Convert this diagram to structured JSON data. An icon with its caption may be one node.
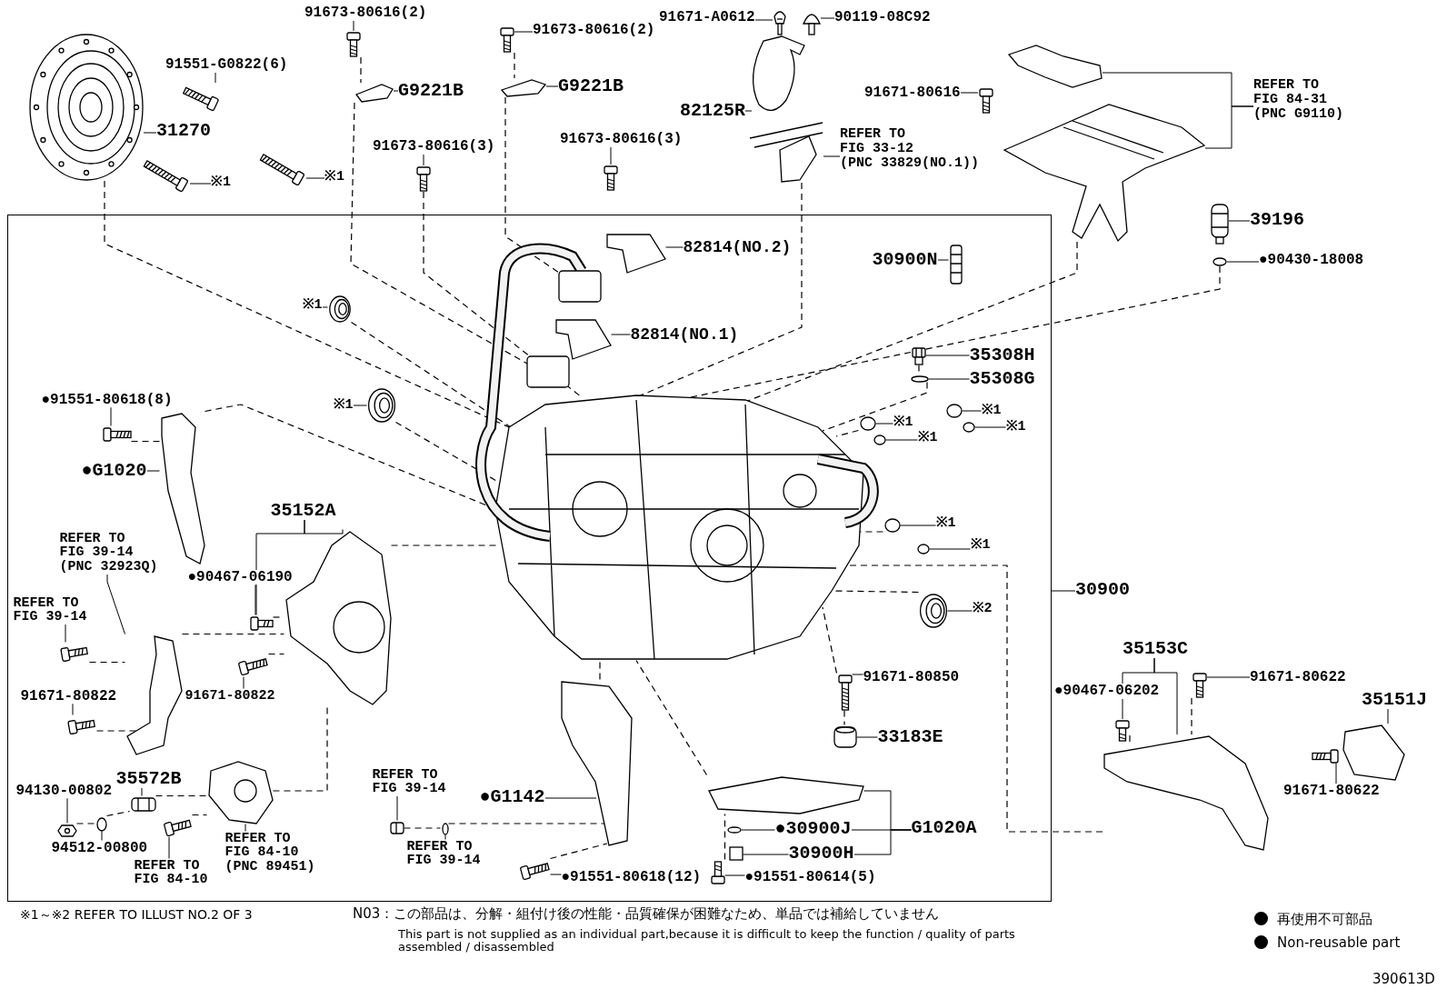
{
  "diagram": {
    "nodes": [
      {
        "text": [],
        "shape": "box"
      },
      {
        "text": [
          "91673-80616(2)"
        ]
      },
      {
        "text": [
          "91551-G0822(6)"
        ]
      },
      {
        "text": [
          "31270"
        ]
      },
      {
        "text": [
          "G9221B"
        ]
      },
      {
        "text": [
          "※1"
        ]
      },
      {
        "text": [
          "※1"
        ]
      },
      {
        "text": [
          "91673-80616(3)"
        ]
      },
      {
        "text": [
          "91673-80616(2)"
        ]
      },
      {
        "text": [
          "G9221B"
        ]
      },
      {
        "text": [
          "91673-80616(3)"
        ]
      },
      {
        "text": [
          "91671-A0612"
        ]
      },
      {
        "text": [
          "90119-08C92"
        ]
      },
      {
        "text": [
          "82125R"
        ]
      },
      {
        "text": [
          "REFER TO FIG 33-12 (PNC 33829(NO.1))"
        ]
      },
      {
        "text": [
          "91671-80616"
        ]
      },
      {
        "text": [
          "REFER TO FIG 84-31 (PNC G9110)"
        ]
      },
      {
        "text": [
          "39196"
        ]
      },
      {
        "text": [
          "●90430-18008"
        ]
      },
      {
        "text": [
          "30900N"
        ],
        "in": 0
      },
      {
        "text": [
          "82814(NO.2)"
        ],
        "in": 0
      },
      {
        "text": [
          "※1"
        ],
        "in": 0
      },
      {
        "text": [
          "82814(NO.1)"
        ],
        "in": 0
      },
      {
        "text": [
          "35308H"
        ],
        "in": 0
      },
      {
        "text": [
          "35308G"
        ],
        "in": 0
      },
      {
        "text": [
          "●91551-80618(8)"
        ],
        "in": 0
      },
      {
        "text": [
          "※1"
        ],
        "in": 0
      },
      {
        "text": [
          "※1"
        ],
        "in": 0
      },
      {
        "text": [
          "※1"
        ],
        "in": 0
      },
      {
        "text": [
          "※1"
        ],
        "in": 0
      },
      {
        "text": [
          "※1"
        ],
        "in": 0
      },
      {
        "text": [
          "●G1020"
        ],
        "in": 0
      },
      {
        "text": [
          "35152A"
        ],
        "in": 0
      },
      {
        "text": [
          "REFER TO FIG 39-14 (PNC 32923Q)"
        ],
        "in": 0
      },
      {
        "text": [
          "●90467-06190"
        ],
        "in": 0
      },
      {
        "text": [
          "※1"
        ],
        "in": 0
      },
      {
        "text": [
          "※1"
        ],
        "in": 0
      },
      {
        "text": [
          "REFER TO FIG 39-14"
        ],
        "in": 0
      },
      {
        "text": [
          "※2"
        ],
        "in": 0
      },
      {
        "text": [
          "91671-80822"
        ],
        "in": 0
      },
      {
        "text": [
          "91671-80822"
        ],
        "in": 0
      },
      {
        "text": [
          "91671-80850"
        ],
        "in": 0
      },
      {
        "text": [
          "33183E"
        ],
        "in": 0
      },
      {
        "text": [
          "35572B"
        ],
        "in": 0
      },
      {
        "text": [
          "94130-00802"
        ],
        "in": 0
      },
      {
        "text": [
          "●G1142"
        ],
        "in": 0
      },
      {
        "text": [
          "REFER TO FIG 84-10 (PNC 89451)"
        ],
        "in": 0
      },
      {
        "text": [
          "REFER TO FIG 39-14"
        ],
        "in": 0
      },
      {
        "text": [
          "●30900J"
        ],
        "in": 0
      },
      {
        "text": [
          "G1020A"
        ],
        "in": 0
      },
      {
        "text": [
          "94512-00800"
        ],
        "in": 0
      },
      {
        "text": [
          "30900H"
        ],
        "in": 0
      },
      {
        "text": [
          "REFER TO FIG 39-14"
        ],
        "in": 0
      },
      {
        "text": [
          "REFER TO FIG 84-10"
        ],
        "in": 0
      },
      {
        "text": [
          "●91551-80618(12)"
        ],
        "in": 0
      },
      {
        "text": [
          "●91551-80614(5)"
        ],
        "in": 0
      },
      {
        "text": [
          "30900"
        ]
      },
      {
        "text": [
          "35153C"
        ]
      },
      {
        "text": [
          "●90467-06202"
        ]
      },
      {
        "text": [
          "91671-80622"
        ]
      },
      {
        "text": [
          "35151J"
        ]
      },
      {
        "text": [
          "91671-80622"
        ]
      },
      {
        "text": [],
        "shape": "picture"
      },
      {
        "text": [],
        "shape": "picture"
      },
      {
        "text": [],
        "shape": "picture"
      },
      {
        "text": [],
        "shape": "picture"
      },
      {
        "text": [],
        "shape": "picture"
      },
      {
        "text": [],
        "shape": "picture"
      },
      {
        "text": [],
        "shape": "picture"
      },
      {
        "text": [],
        "shape": "picture"
      },
      {
        "text": [],
        "shape": "picture"
      },
      {
        "text": [],
        "shape": "picture"
      },
      {
        "text": [],
        "shape": "picture"
      },
      {
        "text": [],
        "shape": "picture"
      },
      {
        "text": [],
        "shape": "picture"
      },
      {
        "text": [],
        "shape": "picture"
      },
      {
        "text": [],
        "shape": "picture"
      },
      {
        "text": [],
        "shape": "picture"
      },
      {
        "text": [],
        "shape": "picture"
      },
      {
        "text": [],
        "shape": "picture"
      },
      {
        "text": [],
        "shape": "circle"
      },
      {
        "text": [],
        "shape": "picture",
        "in": 0
      },
      {
        "text": [],
        "shape": "picture",
        "in": 0
      },
      {
        "text": [],
        "shape": "picture",
        "in": 0
      },
      {
        "text": [],
        "shape": "picture",
        "in": 0
      },
      {
        "text": [],
        "shape": "picture",
        "in": 0
      },
      {
        "text": [],
        "shape": "circle",
        "in": 0
      },
      {
        "text": [],
        "shape": "picture",
        "in": 0
      },
      {
        "text": [],
        "shape": "picture",
        "in": 0
      },
      {
        "text": [],
        "shape": "circle",
        "in": 0
      },
      {
        "text": [],
        "shape": "circle",
        "in": 0
      },
      {
        "text": [],
        "shape": "circle",
        "in": 0
      },
      {
        "text": [],
        "shape": "circle",
        "in": 0
      },
      {
        "text": [],
        "shape": "picture",
        "in": 0
      },
      {
        "text": [],
        "shape": "picture",
        "in": 0
      },
      {
        "text": [],
        "shape": "picture",
        "in": 0
      },
      {
        "text": [],
        "shape": "picture",
        "in": 0
      },
      {
        "text": [],
        "shape": "circle",
        "in": 0
      },
      {
        "text": [],
        "shape": "circle",
        "in": 0
      },
      {
        "text": [],
        "shape": "picture",
        "in": 0
      },
      {
        "text": [],
        "shape": "picture",
        "in": 0
      },
      {
        "text": [],
        "shape": "picture",
        "in": 0
      },
      {
        "text": [],
        "shape": "picture",
        "in": 0
      },
      {
        "text": [],
        "shape": "picture",
        "in": 0
      },
      {
        "text": [],
        "shape": "picture",
        "in": 0
      },
      {
        "text": [],
        "shape": "picture",
        "in": 0
      },
      {
        "text": [],
        "shape": "picture",
        "in": 0
      },
      {
        "text": [],
        "shape": "picture",
        "in": 0
      },
      {
        "text": [],
        "shape": "picture",
        "in": 0
      },
      {
        "text": [],
        "shape": "picture",
        "in": 0
      },
      {
        "text": [],
        "shape": "circle",
        "in": 0
      },
      {
        "text": [],
        "shape": "picture",
        "in": 0
      },
      {
        "text": [],
        "shape": "circle",
        "in": 0
      },
      {
        "text": [],
        "shape": "box",
        "in": 0
      },
      {
        "text": [],
        "shape": "circle",
        "in": 0
      },
      {
        "text": [],
        "shape": "picture",
        "in": 0
      },
      {
        "text": [],
        "shape": "picture",
        "in": 0
      },
      {
        "text": [],
        "shape": "picture",
        "in": 0
      },
      {
        "text": [],
        "shape": "picture"
      },
      {
        "text": [],
        "shape": "picture"
      },
      {
        "text": [],
        "shape": "picture"
      },
      {
        "text": [],
        "shape": "picture"
      },
      {
        "text": [],
        "shape": "picture"
      },
      {
        "text": [],
        "shape": "picture",
        "in": 0
      }
    ],
    "edges": [
      {
        "from": 1,
        "to": 62,
        "arrow": "none"
      },
      {
        "from": 2,
        "to": 63,
        "arrow": "none"
      },
      {
        "from": 3,
        "to": 64,
        "arrow": "none"
      },
      {
        "from": 4,
        "to": 65,
        "arrow": "none"
      },
      {
        "from": 5,
        "to": 66,
        "arrow": "none"
      },
      {
        "from": 6,
        "to": 67,
        "arrow": "none"
      },
      {
        "from": 7,
        "to": 68,
        "arrow": "none"
      },
      {
        "from": 8,
        "to": 69,
        "arrow": "none"
      },
      {
        "from": 9,
        "to": 70,
        "arrow": "none"
      },
      {
        "from": 10,
        "to": 71,
        "arrow": "none"
      },
      {
        "from": 11,
        "to": 72,
        "arrow": "none"
      },
      {
        "from": 12,
        "to": 73,
        "arrow": "none"
      },
      {
        "from": 13,
        "to": 74,
        "arrow": "none"
      },
      {
        "from": 14,
        "to": 75,
        "arrow": "none"
      },
      {
        "from": 15,
        "to": 76,
        "arrow": "none"
      },
      {
        "from": 16,
        "to": 77,
        "arrow": "none"
      },
      {
        "from": 16,
        "to": 78,
        "arrow": "none"
      },
      {
        "from": 17,
        "to": 79,
        "arrow": "none"
      },
      {
        "from": 18,
        "to": 80,
        "arrow": "none"
      },
      {
        "from": 19,
        "to": 81,
        "arrow": "none"
      },
      {
        "from": 20,
        "to": 82,
        "arrow": "none"
      },
      {
        "from": 21,
        "to": 83,
        "arrow": "none"
      },
      {
        "from": 22,
        "to": 84,
        "arrow": "none"
      },
      {
        "from": 23,
        "to": 85,
        "arrow": "none"
      },
      {
        "from": 24,
        "to": 86,
        "arrow": "none"
      },
      {
        "from": 25,
        "to": 87,
        "arrow": "none"
      },
      {
        "from": 26,
        "to": 88,
        "arrow": "none"
      },
      {
        "from": 27,
        "to": 89,
        "arrow": "none"
      },
      {
        "from": 28,
        "to": 90,
        "arrow": "none"
      },
      {
        "from": 29,
        "to": 91,
        "arrow": "none"
      },
      {
        "from": 30,
        "to": 92,
        "arrow": "none"
      },
      {
        "from": 31,
        "to": 93,
        "arrow": "none"
      },
      {
        "from": 32,
        "to": 94,
        "arrow": "none"
      },
      {
        "from": 32,
        "to": 95,
        "arrow": "none"
      },
      {
        "from": 33,
        "to": 96,
        "arrow": "none"
      },
      {
        "from": 34,
        "to": 94,
        "arrow": "none"
      },
      {
        "from": 35,
        "to": 97,
        "arrow": "none"
      },
      {
        "from": 36,
        "to": 98,
        "arrow": "none"
      },
      {
        "from": 37,
        "to": 99,
        "arrow": "none"
      },
      {
        "from": 38,
        "to": 100,
        "arrow": "none"
      },
      {
        "from": 39,
        "to": 101,
        "arrow": "none"
      },
      {
        "from": 40,
        "to": 102,
        "arrow": "none"
      },
      {
        "from": 41,
        "to": 103,
        "arrow": "none"
      },
      {
        "from": 42,
        "to": 104,
        "arrow": "none"
      },
      {
        "from": 43,
        "to": 105,
        "arrow": "none"
      },
      {
        "from": 44,
        "to": 106,
        "arrow": "none"
      },
      {
        "from": 45,
        "to": 107,
        "arrow": "none"
      },
      {
        "from": 46,
        "to": 108,
        "arrow": "none"
      },
      {
        "from": 47,
        "to": 109,
        "arrow": "none"
      },
      {
        "from": 48,
        "to": 110,
        "arrow": "none"
      },
      {
        "from": 49,
        "to": 48,
        "arrow": "none"
      },
      {
        "from": 49,
        "to": 51,
        "arrow": "none"
      },
      {
        "from": 49,
        "to": 111,
        "arrow": "none"
      },
      {
        "from": 50,
        "to": 112,
        "arrow": "none"
      },
      {
        "from": 51,
        "to": 113,
        "arrow": "none"
      },
      {
        "from": 52,
        "to": 114,
        "arrow": "none"
      },
      {
        "from": 53,
        "to": 115,
        "arrow": "none"
      },
      {
        "from": 54,
        "to": 116,
        "arrow": "none"
      },
      {
        "from": 55,
        "to": 117,
        "arrow": "none"
      },
      {
        "from": 56,
        "to": 0,
        "arrow": "none"
      },
      {
        "from": 57,
        "to": 58,
        "arrow": "none"
      },
      {
        "from": 57,
        "to": 118,
        "arrow": "none"
      },
      {
        "from": 58,
        "to": 119,
        "arrow": "none"
      },
      {
        "from": 59,
        "to": 120,
        "arrow": "none"
      },
      {
        "from": 60,
        "to": 121,
        "arrow": "none"
      },
      {
        "from": 61,
        "to": 122,
        "arrow": "none"
      },
      {
        "from": 64,
        "to": 123,
        "arrow": "none",
        "style": "dashed"
      },
      {
        "from": 62,
        "to": 65,
        "arrow": "none",
        "style": "dashed"
      },
      {
        "from": 65,
        "to": 123,
        "arrow": "none",
        "style": "dashed"
      },
      {
        "from": 68,
        "to": 123,
        "arrow": "none",
        "style": "dashed"
      },
      {
        "from": 69,
        "to": 70,
        "arrow": "none",
        "style": "dashed"
      },
      {
        "from": 70,
        "to": 123,
        "arrow": "none",
        "style": "dashed"
      },
      {
        "from": 75,
        "to": 123,
        "arrow": "none",
        "style": "dashed"
      },
      {
        "from": 78,
        "to": 123,
        "arrow": "none",
        "style": "dashed"
      },
      {
        "from": 80,
        "to": 123,
        "arrow": "none",
        "style": "dashed"
      },
      {
        "from": 85,
        "to": 86,
        "arrow": "none",
        "style": "dashed"
      },
      {
        "from": 86,
        "to": 123,
        "arrow": "none",
        "style": "dashed"
      },
      {
        "from": 83,
        "to": 123,
        "arrow": "none",
        "style": "dashed"
      },
      {
        "from": 88,
        "to": 123,
        "arrow": "none",
        "style": "dashed"
      },
      {
        "from": 87,
        "to": 93,
        "arrow": "none",
        "style": "dashed"
      },
      {
        "from": 93,
        "to": 123,
        "arrow": "none",
        "style": "dashed"
      },
      {
        "from": 95,
        "to": 123,
        "arrow": "none",
        "style": "dashed"
      },
      {
        "from": 94,
        "to": 95,
        "arrow": "none",
        "style": "dashed"
      },
      {
        "from": 101,
        "to": 95,
        "arrow": "none",
        "style": "dashed"
      },
      {
        "from": 99,
        "to": 96,
        "arrow": "none",
        "style": "dashed"
      },
      {
        "from": 102,
        "to": 96,
        "arrow": "none",
        "style": "dashed"
      },
      {
        "from": 96,
        "to": 95,
        "arrow": "none",
        "style": "dashed"
      },
      {
        "from": 106,
        "to": 112,
        "arrow": "none",
        "style": "dashed"
      },
      {
        "from": 112,
        "to": 105,
        "arrow": "none",
        "style": "dashed"
      },
      {
        "from": 105,
        "to": 108,
        "arrow": "none",
        "style": "dashed"
      },
      {
        "from": 115,
        "to": 108,
        "arrow": "none",
        "style": "dashed"
      },
      {
        "from": 108,
        "to": 95,
        "arrow": "none",
        "style": "dashed"
      },
      {
        "from": 109,
        "to": 114,
        "arrow": "none",
        "style": "dashed"
      },
      {
        "from": 114,
        "to": 107,
        "arrow": "none",
        "style": "dashed"
      },
      {
        "from": 116,
        "to": 107,
        "arrow": "none",
        "style": "dashed"
      },
      {
        "from": 107,
        "to": 123,
        "arrow": "none",
        "style": "dashed"
      },
      {
        "from": 117,
        "to": 111,
        "arrow": "none",
        "style": "dashed"
      },
      {
        "from": 111,
        "to": 123,
        "arrow": "none",
        "style": "dashed"
      },
      {
        "from": 103,
        "to": 104,
        "arrow": "none",
        "style": "dashed"
      },
      {
        "from": 103,
        "to": 123,
        "arrow": "none",
        "style": "dashed"
      },
      {
        "from": 100,
        "to": 123,
        "arrow": "none",
        "style": "dashed"
      },
      {
        "from": 118,
        "to": 123,
        "arrow": "none",
        "style": "dashed"
      },
      {
        "from": 120,
        "to": 118,
        "arrow": "none",
        "style": "dashed"
      },
      {
        "from": 119,
        "to": 118,
        "arrow": "none",
        "style": "dashed"
      },
      {
        "from": 90,
        "to": 123,
        "arrow": "none",
        "style": "dashed"
      },
      {
        "from": 97,
        "to": 123,
        "arrow": "none",
        "style": "dashed"
      }
    ],
    "labels": [
      "※1～※2 REFER TO ILLUST NO.2 OF 3",
      "N03：この部品は、分解・組付け後の性能・品質確保が困難なため、単品では補給していません",
      "This part is not supplied as an individual part,because it is difficult to keep the function / quality of parts assembled / disassembled",
      "390613D"
    ],
    "legend": [
      {
        "text": "再使用不可部品"
      },
      {
        "text": "Non-reusable part"
      }
    ]
  }
}
